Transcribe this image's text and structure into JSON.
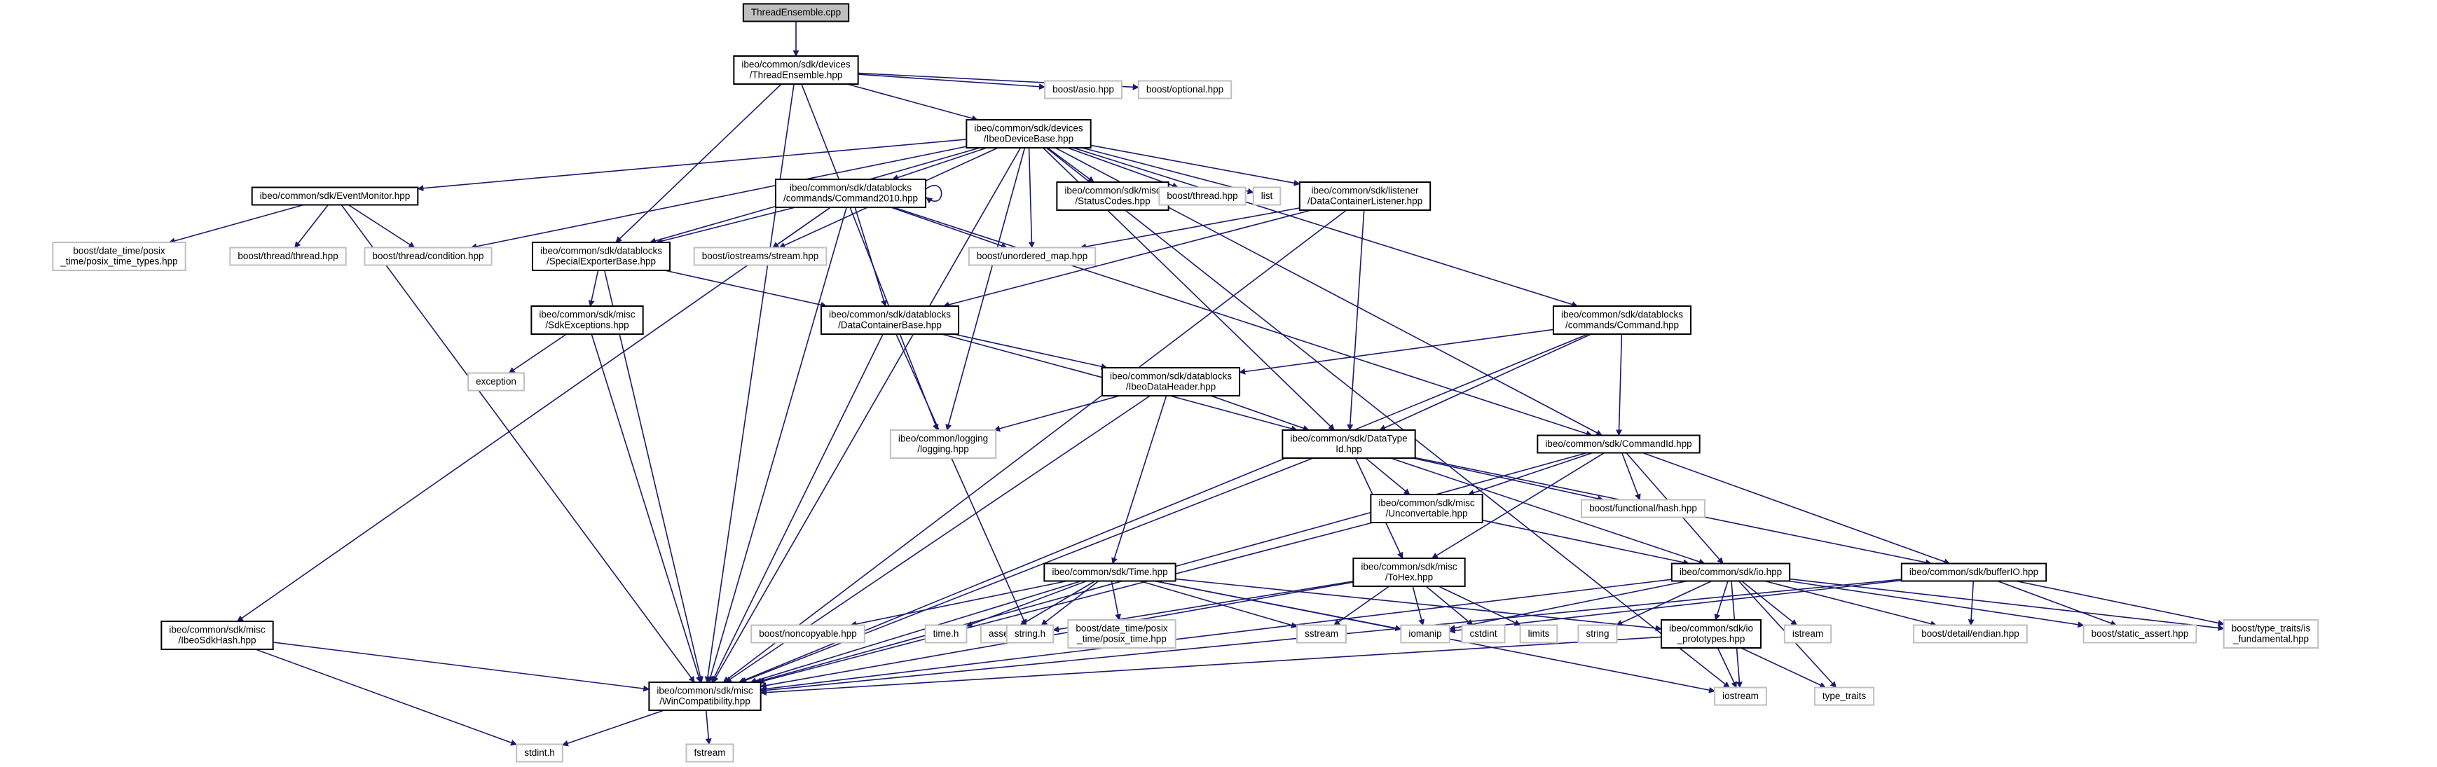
{
  "colors": {
    "edge": "#191970",
    "root_fill": "#bfbfbf",
    "linked_border": "#000000",
    "external_border": "#bfbfbf",
    "background": "#ffffff",
    "text": "#000000"
  },
  "nodes": [
    {
      "id": "n_root",
      "lines": [
        "ThreadEnsemble.cpp"
      ],
      "kind": "root"
    },
    {
      "id": "n_threadens",
      "lines": [
        "ibeo/common/sdk/devices",
        "/ThreadEnsemble.hpp"
      ],
      "kind": "linked"
    },
    {
      "id": "n_asio",
      "lines": [
        "boost/asio.hpp"
      ],
      "kind": "external"
    },
    {
      "id": "n_optional",
      "lines": [
        "boost/optional.hpp"
      ],
      "kind": "external"
    },
    {
      "id": "n_ibeodevbase",
      "lines": [
        "ibeo/common/sdk/devices",
        "/IbeoDeviceBase.hpp"
      ],
      "kind": "linked"
    },
    {
      "id": "n_eventmon",
      "lines": [
        "ibeo/common/sdk/EventMonitor.hpp"
      ],
      "kind": "linked"
    },
    {
      "id": "n_cmd2010",
      "lines": [
        "ibeo/common/sdk/datablocks",
        "/commands/Command2010.hpp"
      ],
      "kind": "linked"
    },
    {
      "id": "n_statuscodes",
      "lines": [
        "ibeo/common/sdk/misc",
        "/StatusCodes.hpp"
      ],
      "kind": "linked"
    },
    {
      "id": "n_thread",
      "lines": [
        "boost/thread.hpp"
      ],
      "kind": "external"
    },
    {
      "id": "n_list",
      "lines": [
        "list"
      ],
      "kind": "external"
    },
    {
      "id": "n_dclistener",
      "lines": [
        "ibeo/common/sdk/listener",
        "/DataContainerListener.hpp"
      ],
      "kind": "linked"
    },
    {
      "id": "n_dtposix",
      "lines": [
        "boost/date_time/posix",
        "_time/posix_time_types.hpp"
      ],
      "kind": "external"
    },
    {
      "id": "n_bthread",
      "lines": [
        "boost/thread/thread.hpp"
      ],
      "kind": "external"
    },
    {
      "id": "n_condition",
      "lines": [
        "boost/thread/condition.hpp"
      ],
      "kind": "external"
    },
    {
      "id": "n_specexp",
      "lines": [
        "ibeo/common/sdk/datablocks",
        "/SpecialExporterBase.hpp"
      ],
      "kind": "linked"
    },
    {
      "id": "n_iostreams",
      "lines": [
        "boost/iostreams/stream.hpp"
      ],
      "kind": "external"
    },
    {
      "id": "n_unordmap",
      "lines": [
        "boost/unordered_map.hpp"
      ],
      "kind": "external"
    },
    {
      "id": "n_sdkexc",
      "lines": [
        "ibeo/common/sdk/misc",
        "/SdkExceptions.hpp"
      ],
      "kind": "linked"
    },
    {
      "id": "n_dcbase",
      "lines": [
        "ibeo/common/sdk/datablocks",
        "/DataContainerBase.hpp"
      ],
      "kind": "linked"
    },
    {
      "id": "n_exception",
      "lines": [
        "exception"
      ],
      "kind": "external"
    },
    {
      "id": "n_command",
      "lines": [
        "ibeo/common/sdk/datablocks",
        "/commands/Command.hpp"
      ],
      "kind": "linked"
    },
    {
      "id": "n_ibeodh",
      "lines": [
        "ibeo/common/sdk/datablocks",
        "/IbeoDataHeader.hpp"
      ],
      "kind": "linked"
    },
    {
      "id": "n_logging",
      "lines": [
        "ibeo/common/logging",
        "/logging.hpp"
      ],
      "kind": "external"
    },
    {
      "id": "n_datatype",
      "lines": [
        "ibeo/common/sdk/DataType",
        "Id.hpp"
      ],
      "kind": "linked"
    },
    {
      "id": "n_commandid",
      "lines": [
        "ibeo/common/sdk/CommandId.hpp"
      ],
      "kind": "linked"
    },
    {
      "id": "n_unconv",
      "lines": [
        "ibeo/common/sdk/misc",
        "/Unconvertable.hpp"
      ],
      "kind": "linked"
    },
    {
      "id": "n_funchash",
      "lines": [
        "boost/functional/hash.hpp"
      ],
      "kind": "external"
    },
    {
      "id": "n_time",
      "lines": [
        "ibeo/common/sdk/Time.hpp"
      ],
      "kind": "linked"
    },
    {
      "id": "n_tohex",
      "lines": [
        "ibeo/common/sdk/misc",
        "/ToHex.hpp"
      ],
      "kind": "linked"
    },
    {
      "id": "n_io",
      "lines": [
        "ibeo/common/sdk/io.hpp"
      ],
      "kind": "linked"
    },
    {
      "id": "n_bufferio",
      "lines": [
        "ibeo/common/sdk/bufferIO.hpp"
      ],
      "kind": "linked"
    },
    {
      "id": "n_sdkhash",
      "lines": [
        "ibeo/common/sdk/misc",
        "/IbeoSdkHash.hpp"
      ],
      "kind": "linked"
    },
    {
      "id": "n_noncopy",
      "lines": [
        "boost/noncopyable.hpp"
      ],
      "kind": "external"
    },
    {
      "id": "n_timeh",
      "lines": [
        "time.h"
      ],
      "kind": "external"
    },
    {
      "id": "n_asserth",
      "lines": [
        "assert.h"
      ],
      "kind": "external"
    },
    {
      "id": "n_stringh",
      "lines": [
        "string.h"
      ],
      "kind": "external"
    },
    {
      "id": "n_dtposix2",
      "lines": [
        "boost/date_time/posix",
        "_time/posix_time.hpp"
      ],
      "kind": "external"
    },
    {
      "id": "n_sstream",
      "lines": [
        "sstream"
      ],
      "kind": "external"
    },
    {
      "id": "n_iomanip",
      "lines": [
        "iomanip"
      ],
      "kind": "external"
    },
    {
      "id": "n_cstdint",
      "lines": [
        "cstdint"
      ],
      "kind": "external"
    },
    {
      "id": "n_limits",
      "lines": [
        "limits"
      ],
      "kind": "external"
    },
    {
      "id": "n_string",
      "lines": [
        "string"
      ],
      "kind": "external"
    },
    {
      "id": "n_ioproto",
      "lines": [
        "ibeo/common/sdk/io",
        "_prototypes.hpp"
      ],
      "kind": "linked"
    },
    {
      "id": "n_istream",
      "lines": [
        "istream"
      ],
      "kind": "external"
    },
    {
      "id": "n_endian",
      "lines": [
        "boost/detail/endian.hpp"
      ],
      "kind": "external"
    },
    {
      "id": "n_staticassert",
      "lines": [
        "boost/static_assert.hpp"
      ],
      "kind": "external"
    },
    {
      "id": "n_typetraitsis",
      "lines": [
        "boost/type_traits/is",
        "_fundamental.hpp"
      ],
      "kind": "external"
    },
    {
      "id": "n_wincompat",
      "lines": [
        "ibeo/common/sdk/misc",
        "/WinCompatibility.hpp"
      ],
      "kind": "linked"
    },
    {
      "id": "n_iostream",
      "lines": [
        "iostream"
      ],
      "kind": "external"
    },
    {
      "id": "n_typetraits",
      "lines": [
        "type_traits"
      ],
      "kind": "external"
    },
    {
      "id": "n_stdint",
      "lines": [
        "stdint.h"
      ],
      "kind": "external"
    },
    {
      "id": "n_fstream",
      "lines": [
        "fstream"
      ],
      "kind": "external"
    }
  ],
  "edges": [
    [
      "n_root",
      "n_threadens"
    ],
    [
      "n_threadens",
      "n_asio"
    ],
    [
      "n_threadens",
      "n_optional"
    ],
    [
      "n_threadens",
      "n_ibeodevbase"
    ],
    [
      "n_threadens",
      "n_specexp"
    ],
    [
      "n_threadens",
      "n_logging"
    ],
    [
      "n_threadens",
      "n_wincompat"
    ],
    [
      "n_ibeodevbase",
      "n_eventmon"
    ],
    [
      "n_ibeodevbase",
      "n_cmd2010"
    ],
    [
      "n_ibeodevbase",
      "n_statuscodes"
    ],
    [
      "n_ibeodevbase",
      "n_thread"
    ],
    [
      "n_ibeodevbase",
      "n_list"
    ],
    [
      "n_ibeodevbase",
      "n_dclistener"
    ],
    [
      "n_ibeodevbase",
      "n_condition"
    ],
    [
      "n_ibeodevbase",
      "n_specexp"
    ],
    [
      "n_ibeodevbase",
      "n_iostreams"
    ],
    [
      "n_ibeodevbase",
      "n_unordmap"
    ],
    [
      "n_ibeodevbase",
      "n_command"
    ],
    [
      "n_ibeodevbase",
      "n_logging"
    ],
    [
      "n_ibeodevbase",
      "n_datatype"
    ],
    [
      "n_ibeodevbase",
      "n_commandid"
    ],
    [
      "n_ibeodevbase",
      "n_wincompat"
    ],
    [
      "n_ibeodevbase",
      "n_iostream"
    ],
    [
      "n_eventmon",
      "n_dtposix"
    ],
    [
      "n_eventmon",
      "n_bthread"
    ],
    [
      "n_eventmon",
      "n_condition"
    ],
    [
      "n_eventmon",
      "n_wincompat"
    ],
    [
      "n_cmd2010",
      "n_cmd2010"
    ],
    [
      "n_cmd2010",
      "n_specexp"
    ],
    [
      "n_cmd2010",
      "n_iostreams"
    ],
    [
      "n_cmd2010",
      "n_unordmap"
    ],
    [
      "n_cmd2010",
      "n_dcbase"
    ],
    [
      "n_cmd2010",
      "n_commandid"
    ],
    [
      "n_cmd2010",
      "n_sdkhash"
    ],
    [
      "n_cmd2010",
      "n_wincompat"
    ],
    [
      "n_dclistener",
      "n_unordmap"
    ],
    [
      "n_dclistener",
      "n_dcbase"
    ],
    [
      "n_dclistener",
      "n_datatype"
    ],
    [
      "n_dclistener",
      "n_wincompat"
    ],
    [
      "n_specexp",
      "n_sdkexc"
    ],
    [
      "n_specexp",
      "n_dcbase"
    ],
    [
      "n_specexp",
      "n_wincompat"
    ],
    [
      "n_sdkexc",
      "n_exception"
    ],
    [
      "n_sdkexc",
      "n_wincompat"
    ],
    [
      "n_dcbase",
      "n_ibeodh"
    ],
    [
      "n_dcbase",
      "n_datatype"
    ],
    [
      "n_dcbase",
      "n_stringh"
    ],
    [
      "n_dcbase",
      "n_wincompat"
    ],
    [
      "n_command",
      "n_ibeodh"
    ],
    [
      "n_command",
      "n_datatype"
    ],
    [
      "n_command",
      "n_commandid"
    ],
    [
      "n_command",
      "n_wincompat"
    ],
    [
      "n_ibeodh",
      "n_logging"
    ],
    [
      "n_ibeodh",
      "n_datatype"
    ],
    [
      "n_ibeodh",
      "n_time"
    ],
    [
      "n_ibeodh",
      "n_wincompat"
    ],
    [
      "n_datatype",
      "n_unconv"
    ],
    [
      "n_datatype",
      "n_funchash"
    ],
    [
      "n_datatype",
      "n_tohex"
    ],
    [
      "n_datatype",
      "n_io"
    ],
    [
      "n_datatype",
      "n_bufferio"
    ],
    [
      "n_datatype",
      "n_wincompat"
    ],
    [
      "n_commandid",
      "n_unconv"
    ],
    [
      "n_commandid",
      "n_funchash"
    ],
    [
      "n_commandid",
      "n_tohex"
    ],
    [
      "n_commandid",
      "n_io"
    ],
    [
      "n_commandid",
      "n_bufferio"
    ],
    [
      "n_commandid",
      "n_wincompat"
    ],
    [
      "n_unconv",
      "n_io"
    ],
    [
      "n_unconv",
      "n_wincompat"
    ],
    [
      "n_time",
      "n_noncopy"
    ],
    [
      "n_time",
      "n_timeh"
    ],
    [
      "n_time",
      "n_asserth"
    ],
    [
      "n_time",
      "n_stringh"
    ],
    [
      "n_time",
      "n_dtposix2"
    ],
    [
      "n_time",
      "n_sstream"
    ],
    [
      "n_time",
      "n_iomanip"
    ],
    [
      "n_time",
      "n_ioproto"
    ],
    [
      "n_time",
      "n_iostream"
    ],
    [
      "n_time",
      "n_wincompat"
    ],
    [
      "n_tohex",
      "n_sstream"
    ],
    [
      "n_tohex",
      "n_iomanip"
    ],
    [
      "n_tohex",
      "n_cstdint"
    ],
    [
      "n_tohex",
      "n_limits"
    ],
    [
      "n_tohex",
      "n_stringh"
    ],
    [
      "n_tohex",
      "n_wincompat"
    ],
    [
      "n_io",
      "n_iomanip"
    ],
    [
      "n_io",
      "n_string"
    ],
    [
      "n_io",
      "n_ioproto"
    ],
    [
      "n_io",
      "n_istream"
    ],
    [
      "n_io",
      "n_endian"
    ],
    [
      "n_io",
      "n_staticassert"
    ],
    [
      "n_io",
      "n_typetraitsis"
    ],
    [
      "n_io",
      "n_wincompat"
    ],
    [
      "n_io",
      "n_iostream"
    ],
    [
      "n_io",
      "n_typetraits"
    ],
    [
      "n_bufferio",
      "n_iomanip"
    ],
    [
      "n_bufferio",
      "n_endian"
    ],
    [
      "n_bufferio",
      "n_staticassert"
    ],
    [
      "n_bufferio",
      "n_typetraitsis"
    ],
    [
      "n_bufferio",
      "n_wincompat"
    ],
    [
      "n_ioproto",
      "n_iostream"
    ],
    [
      "n_ioproto",
      "n_typetraits"
    ],
    [
      "n_ioproto",
      "n_wincompat"
    ],
    [
      "n_sdkhash",
      "n_wincompat"
    ],
    [
      "n_sdkhash",
      "n_stdint"
    ],
    [
      "n_wincompat",
      "n_stdint"
    ],
    [
      "n_wincompat",
      "n_fstream"
    ]
  ]
}
